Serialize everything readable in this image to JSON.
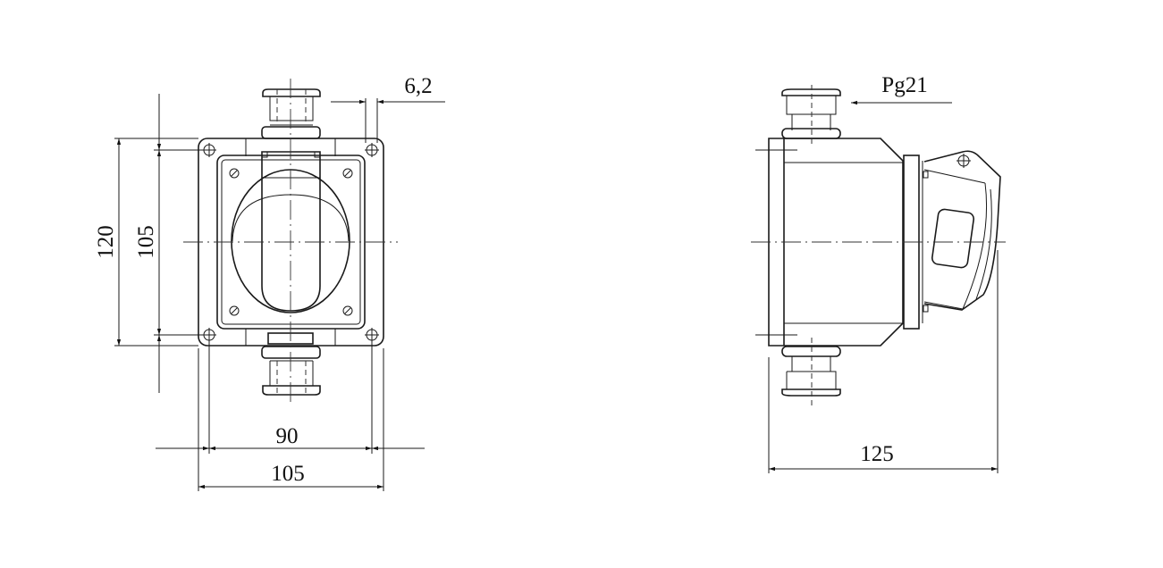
{
  "drawing": {
    "front_view": {
      "dim_height_outer": "120",
      "dim_height_holes": "105",
      "dim_width_holes": "90",
      "dim_width_outer": "105",
      "dim_offset": "6,2"
    },
    "side_view": {
      "dim_depth": "125",
      "gland_label": "Pg21"
    },
    "line_color": "#1a1a1a"
  }
}
